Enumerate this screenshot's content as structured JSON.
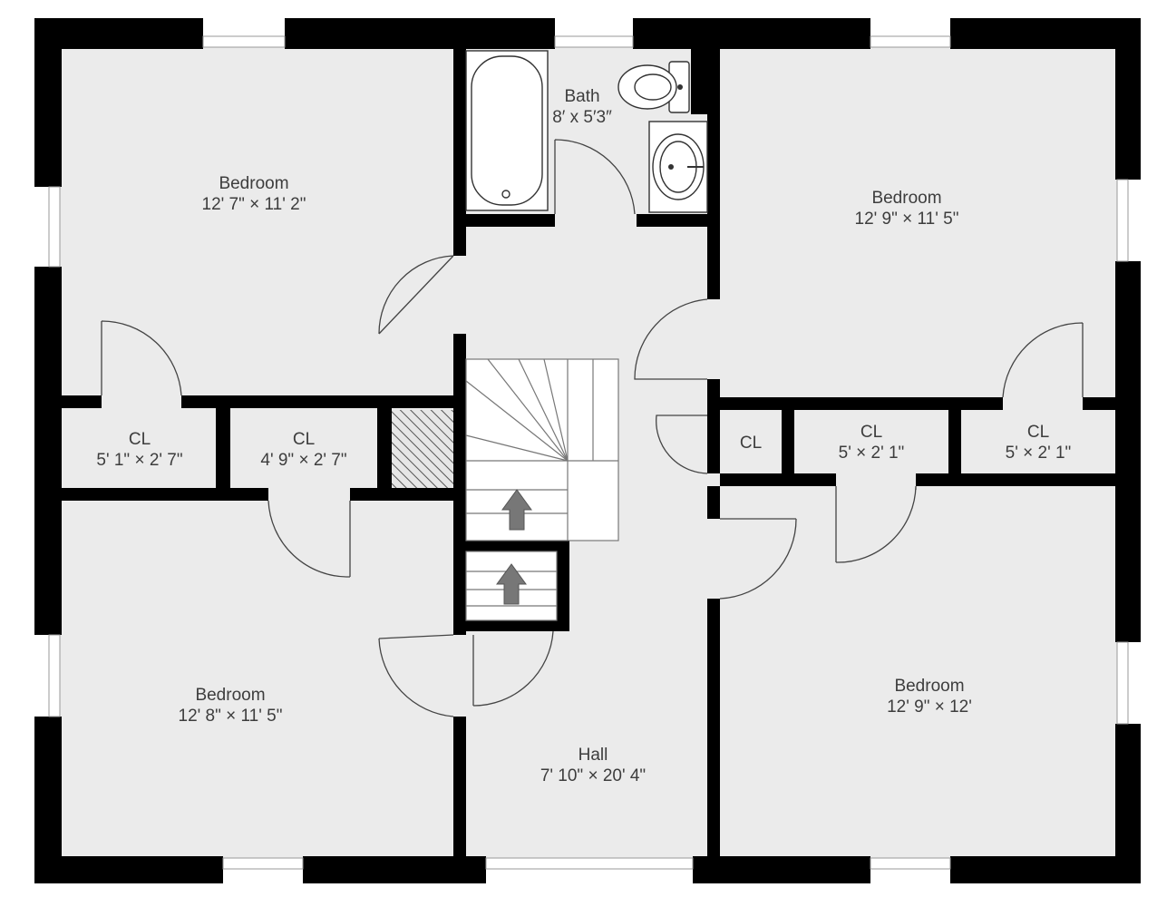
{
  "rooms": {
    "bedroom_top_left": {
      "name": "Bedroom",
      "dims": "12' 7\" × 11' 2\""
    },
    "bedroom_top_right": {
      "name": "Bedroom",
      "dims": "12' 9\" × 11' 5\""
    },
    "bedroom_bottom_left": {
      "name": "Bedroom",
      "dims": "12' 8\" × 11' 5\""
    },
    "bedroom_bottom_right": {
      "name": "Bedroom",
      "dims": "12' 9\" × 12'"
    },
    "bath": {
      "name": "Bath",
      "dims": "8′ x 5′3″"
    },
    "hall": {
      "name": "Hall",
      "dims": "7' 10\" × 20' 4\""
    },
    "closet_left_1": {
      "name": "CL",
      "dims": "5' 1\" × 2' 7\""
    },
    "closet_left_2": {
      "name": "CL",
      "dims": "4' 9\" × 2' 7\""
    },
    "closet_right_small": {
      "name": "CL",
      "dims": ""
    },
    "closet_right_1": {
      "name": "CL",
      "dims": "5' × 2' 1\""
    },
    "closet_right_2": {
      "name": "CL",
      "dims": "5' × 2' 1\""
    }
  },
  "colors": {
    "wall": "#000000",
    "floor": "#ebebeb",
    "text": "#3d3d3d",
    "stair_arrow": "#777777"
  },
  "icons": [
    "stair-up-arrow-icon",
    "toilet-icon",
    "bathtub-icon",
    "sink-icon",
    "chimney-hatch-icon"
  ]
}
